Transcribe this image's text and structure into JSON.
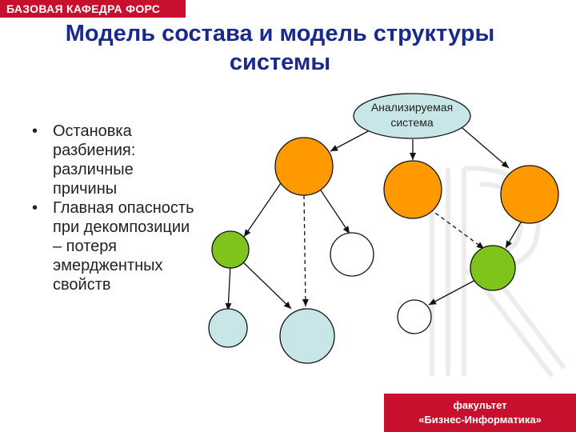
{
  "header": {
    "department": "БАЗОВАЯ КАФЕДРА ФОРС"
  },
  "slide": {
    "title_line1": "Модель состава и модель структуры",
    "title_line2": "системы"
  },
  "bullets": [
    "Остановка разбиения: различные причины",
    "Главная опасность при декомпозиции – потеря эмерджентных свойств"
  ],
  "diagram": {
    "root_label_line1": "Анализируемая",
    "root_label_line2": "система",
    "colors": {
      "orange": "#ff9900",
      "green": "#7ec41a",
      "lightblue": "#c8e6e8",
      "white": "#ffffff"
    }
  },
  "footer": {
    "line1": "факультет",
    "line2": "«Бизнес-Информатика»"
  }
}
